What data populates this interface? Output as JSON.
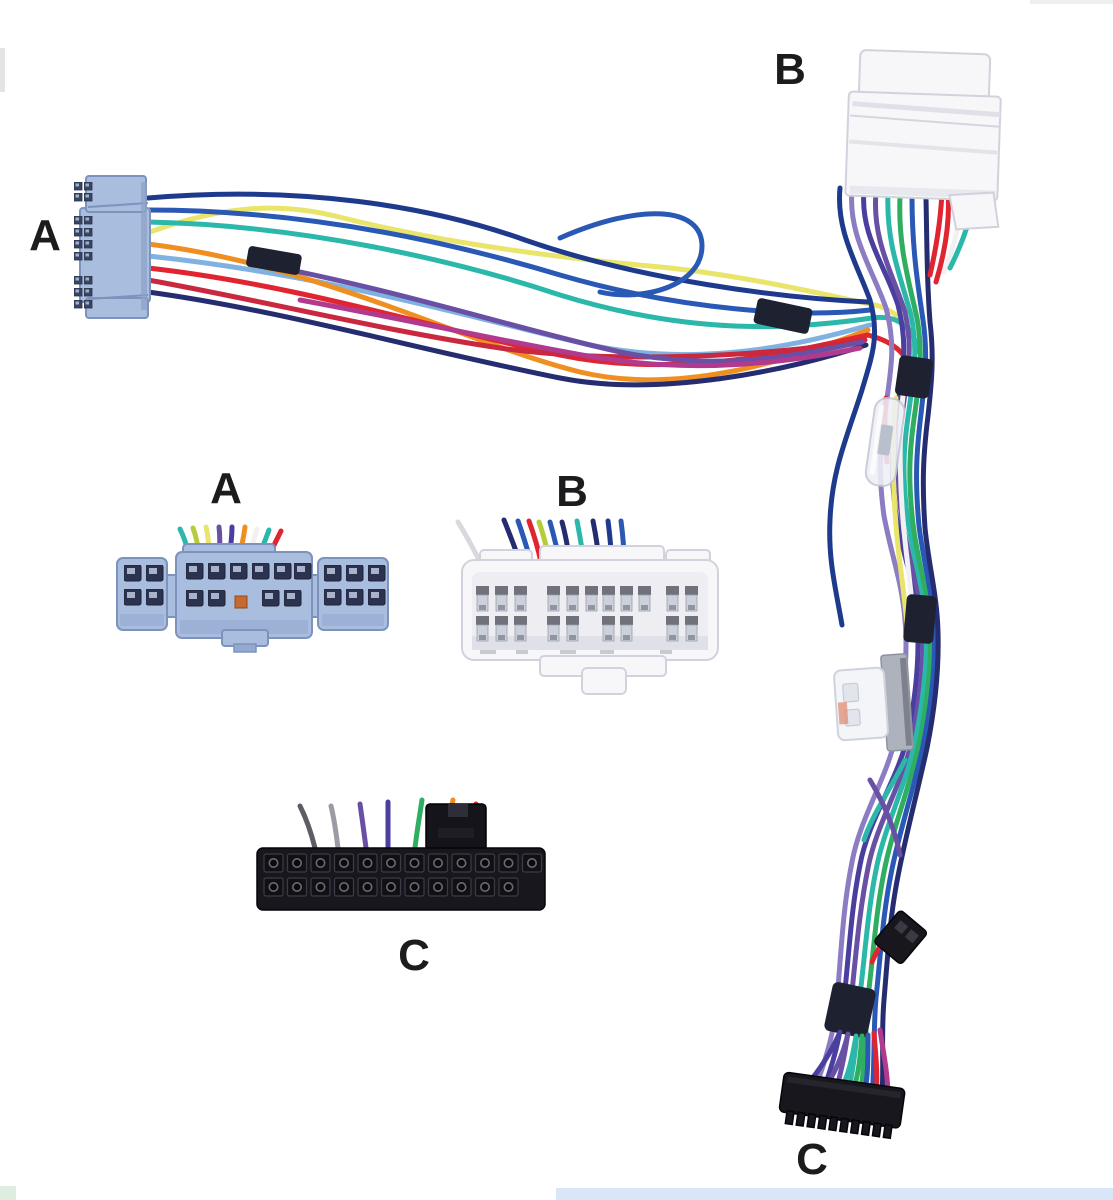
{
  "labels": {
    "connector_a_main": "A",
    "connector_b_main": "B",
    "closeup_a": "A",
    "closeup_b": "B",
    "closeup_c": "C",
    "connector_c_main": "C"
  },
  "palette": {
    "label_ink": "#1c1c1e",
    "connector_a_blue": "#a9bdde",
    "connector_a_shade": "#7d93bd",
    "connector_a_dark": "#2c3350",
    "connector_b_white": "#f7f7fa",
    "connector_b_outline": "#d2d2dc",
    "connector_b_recess": "#ededf2",
    "connector_c_black": "#17171d",
    "socket_edge": "#3c3c46",
    "tape_black": "#1d2130",
    "wire_blue": "#2a58b5",
    "wire_dark_blue": "#1e3a8c",
    "wire_navy": "#252c6f",
    "wire_light_blue": "#7fb2e0",
    "wire_teal": "#2bb8ab",
    "wire_green": "#2fae62",
    "wire_lime": "#b7cc3a",
    "wire_yellow": "#e9e46a",
    "wire_orange": "#ef8f21",
    "wire_red": "#e02430",
    "wire_crimson": "#c9283f",
    "wire_magenta": "#b23a8e",
    "wire_purple": "#6950a5",
    "wire_violet": "#4a3f9f",
    "wire_lavender": "#8b7cc4",
    "wire_white": "#f1f1f4",
    "wire_gray": "#9b9ba4",
    "metal_light": "#ccd0da",
    "metal_mid": "#aeb2bd",
    "bottom_strip": "#d9e6f6"
  }
}
